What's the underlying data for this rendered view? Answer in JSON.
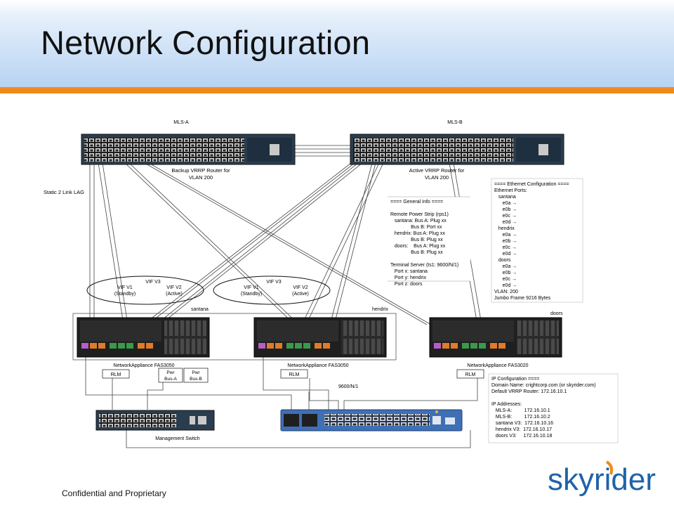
{
  "title": "Network Configuration",
  "footer": "Confidential and Proprietary",
  "brand": {
    "logo_text": "skyrider",
    "colors": {
      "accent_orange": "#f08a1c",
      "logo_blue": "#1f63a8",
      "header_blue": "#b7d3f2"
    }
  },
  "switches": {
    "mls_a": {
      "name": "MLS-A",
      "role": [
        "Backup VRRP Router for",
        "VLAN 200"
      ]
    },
    "mls_b": {
      "name": "MLS-B",
      "role": [
        "Active VRRP Router for",
        "VLAN 200"
      ]
    },
    "lag_label": "Static 2 Link LAG",
    "mgmt": "Management Switch",
    "terminal_link": "9600/N/1"
  },
  "filers": {
    "santana": {
      "host": "santana",
      "model": "NetworkAppliance FAS3050",
      "rlm": "RLM"
    },
    "hendrix": {
      "host": "hendrix",
      "model": "NetworkAppliance FAS3050",
      "rlm": "RLM"
    },
    "doors": {
      "host": "doors",
      "model": "NetworkAppliance FAS3020",
      "rlm": "RLM"
    }
  },
  "power": {
    "bus_a": [
      "Pwr",
      "Bus-A"
    ],
    "bus_b": [
      "Pwr",
      "Bus-B"
    ]
  },
  "vifs": [
    {
      "name": "VIF V3",
      "v1": [
        "VIF V1",
        "(Standby)"
      ],
      "v2": [
        "VIF V2",
        "(Active)"
      ]
    },
    {
      "name": "VIF V3",
      "v1": [
        "VIF V1",
        "(Standby)"
      ],
      "v2": [
        "VIF V2",
        "(Active)"
      ]
    }
  ],
  "general_info": [
    "==== General Info ====",
    "",
    "Remote Power Strip (rps1)",
    "   santana: Bus A: Plug xx",
    "               Bus B: Port xx",
    "   hendrix: Bus A: Plug xx",
    "               Bus B: Plug xx",
    "   doors:    Bus A: Plug xx",
    "               Bus B: Plug xx",
    "",
    "Terminal Server (ts1: 9600/N/1)",
    "   Port x: santana",
    "   Port y: hendrix",
    "   Port z: doors"
  ],
  "ethernet_config": [
    "==== Ethernet Configuration ====",
    "Ethernet Ports:",
    "   santana",
    "      e0a →",
    "      e0b →",
    "      e0c →",
    "      e0d →",
    "   hendrix",
    "      e0a →",
    "      e0b →",
    "      e0c →",
    "      e0d →",
    "   doors",
    "      e0a →",
    "      e0b →",
    "      e0c →",
    "      e0d →",
    "VLAN: 200",
    "Jumbo Frame 9216 Bytes"
  ],
  "ip_config": [
    "IP Configuration ====",
    "Domain Name: crightcorp.com (or skyrider.com)",
    "Default VRRP Router: 172.16.10.1",
    "",
    "IP Addresses:",
    "   MLS-A:         172.16.10.1",
    "   MLS-B:         172.16.10.2",
    "   santana V3:  172.16.10.16",
    "   hendrix V3:  172.16.10.17",
    "   doors V3:     172.16.10.18"
  ]
}
